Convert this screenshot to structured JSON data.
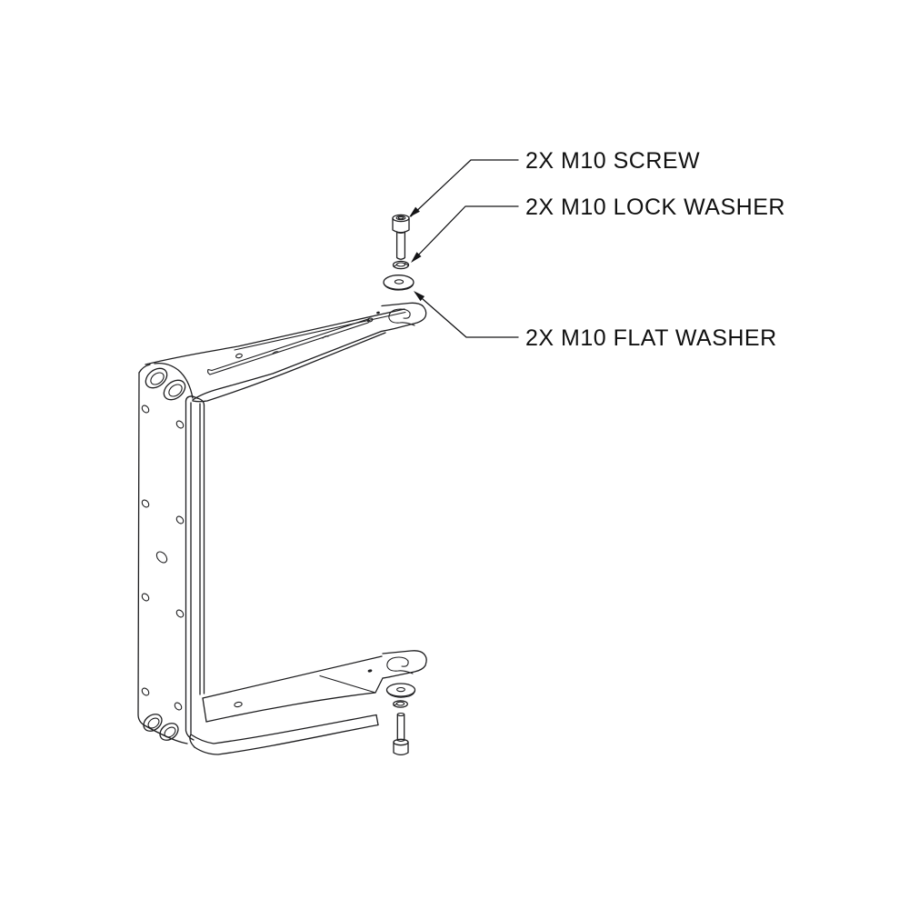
{
  "diagram": {
    "type": "exploded-assembly-drawing",
    "subject": "U-shaped mounting bracket with fastening hardware",
    "callouts": [
      {
        "id": "screw",
        "label": "2X M10 SCREW"
      },
      {
        "id": "lock-washer",
        "label": "2X M10 LOCK WASHER"
      },
      {
        "id": "flat-washer",
        "label": "2X M10 FLAT WASHER"
      }
    ],
    "colors": {
      "line": "#1d1d1f",
      "background": "#ffffff",
      "text": "#111111"
    }
  }
}
